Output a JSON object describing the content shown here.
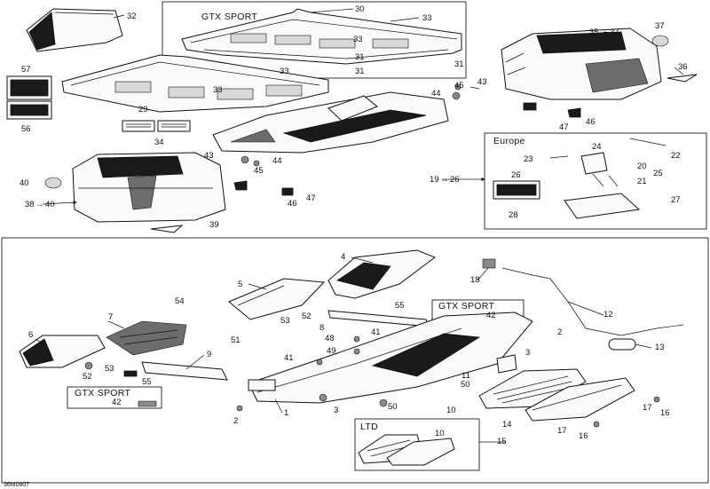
{
  "drawing_code": "36M0807",
  "group_labels": {
    "gtx_sport_top": "GTX SPORT",
    "europe": "Europe",
    "gtx_sport_mid": "GTX SPORT",
    "gtx_sport_bottom": "GTX SPORT",
    "ltd": "LTD"
  },
  "callouts": {
    "c1": "1",
    "c2a": "2",
    "c2b": "2",
    "c3a": "3",
    "c3b": "3",
    "c4": "4",
    "c5": "5",
    "c6": "6",
    "c7": "7",
    "c8": "8",
    "c9": "9",
    "c10a": "10",
    "c10b": "10",
    "c11": "11",
    "c12": "12",
    "c13": "13",
    "c14": "14",
    "c15": "15",
    "c16a": "16",
    "c16b": "16",
    "c17a": "17",
    "c17b": "17",
    "c18": "18",
    "c19_26": "19",
    "c20": "20",
    "c21": "21",
    "c22": "22",
    "c23": "23",
    "c24": "24",
    "c25": "25",
    "c26": "26",
    "c26r": "26",
    "c27": "27",
    "c28": "28",
    "c29": "29",
    "c30": "30",
    "c31a": "31",
    "c31b": "31",
    "c32": "32",
    "c33a": "33",
    "c33b": "33",
    "c33c": "33",
    "c33d": "33",
    "c34": "34",
    "c35": "35",
    "c37r": "37",
    "c36": "36",
    "c37": "37",
    "c38": "38",
    "c40r": "40",
    "c39": "39",
    "c40": "40",
    "c41a": "41",
    "c41b": "41",
    "c42a": "42",
    "c42b": "42",
    "c43a": "43",
    "c43b": "43",
    "c44a": "44",
    "c44b": "44",
    "c45a": "45",
    "c45b": "45",
    "c46a": "46",
    "c46b": "46",
    "c47a": "47",
    "c47b": "47",
    "c48": "48",
    "c49": "49",
    "c50a": "50",
    "c50b": "50",
    "c51": "51",
    "c52a": "52",
    "c52b": "52",
    "c53a": "53",
    "c53b": "53",
    "c54": "54",
    "c55a": "55",
    "c55b": "55",
    "c56": "56",
    "c57": "57"
  }
}
